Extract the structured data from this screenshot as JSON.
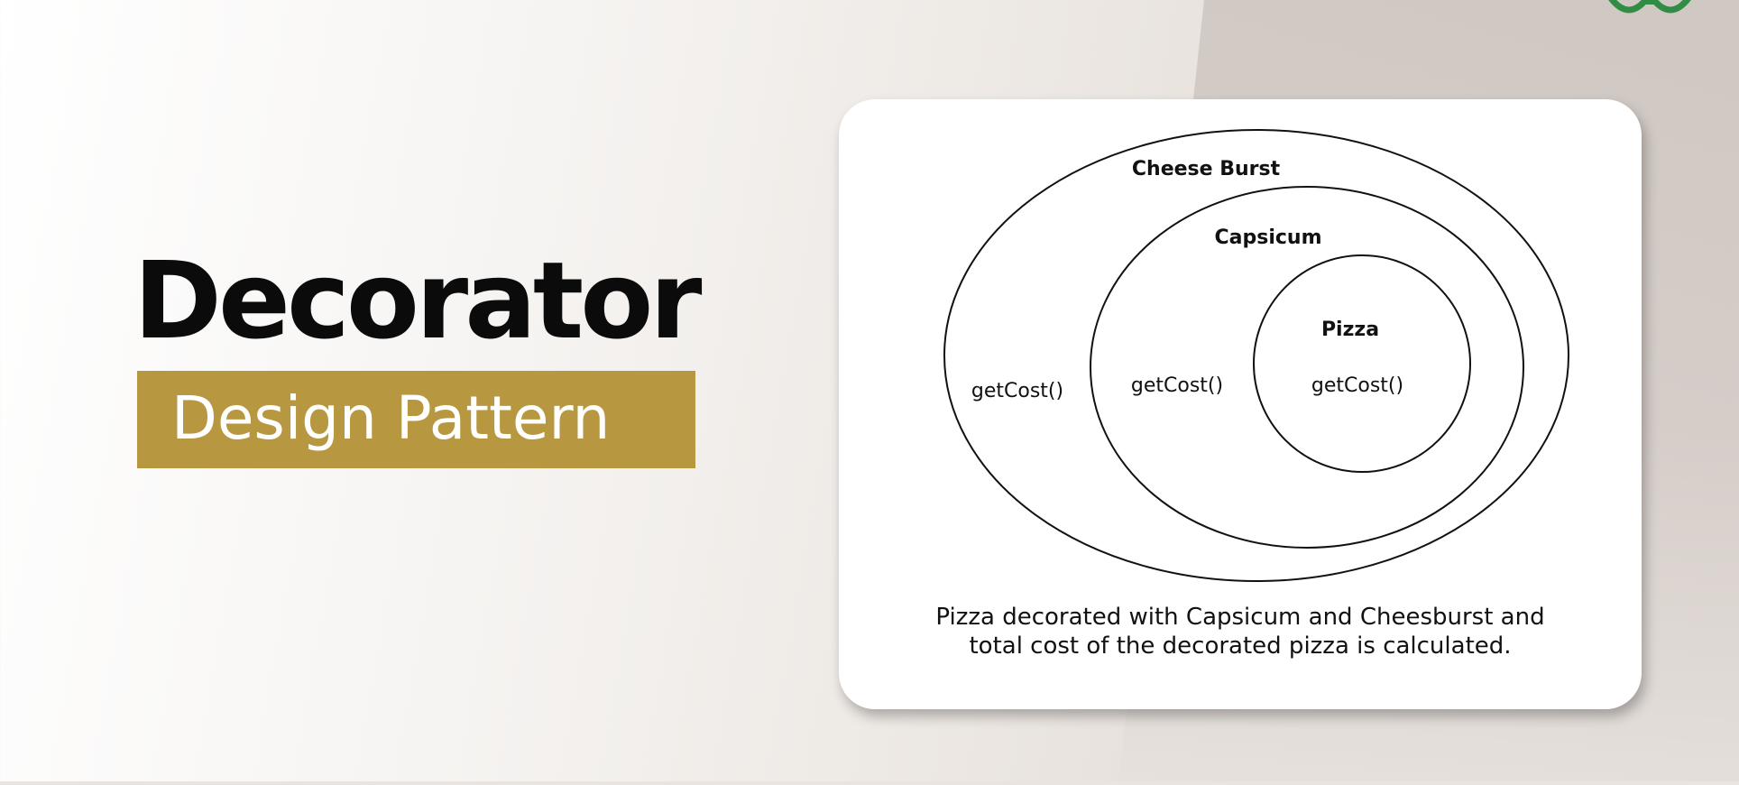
{
  "title": "Decorator",
  "subtitle": "Design Pattern",
  "brand_color": "#2f8d46",
  "accent_color": "#b7973f",
  "logo_icon": "geeksforgeeks-logo",
  "diagram": {
    "layers": [
      {
        "name": "Cheese Burst",
        "method": "getCost()"
      },
      {
        "name": "Capsicum",
        "method": "getCost()"
      },
      {
        "name": "Pizza",
        "method": "getCost()"
      }
    ],
    "caption_lines": [
      "Pizza decorated with Capsicum and Cheesburst and",
      "total cost of the decorated pizza is calculated."
    ]
  }
}
